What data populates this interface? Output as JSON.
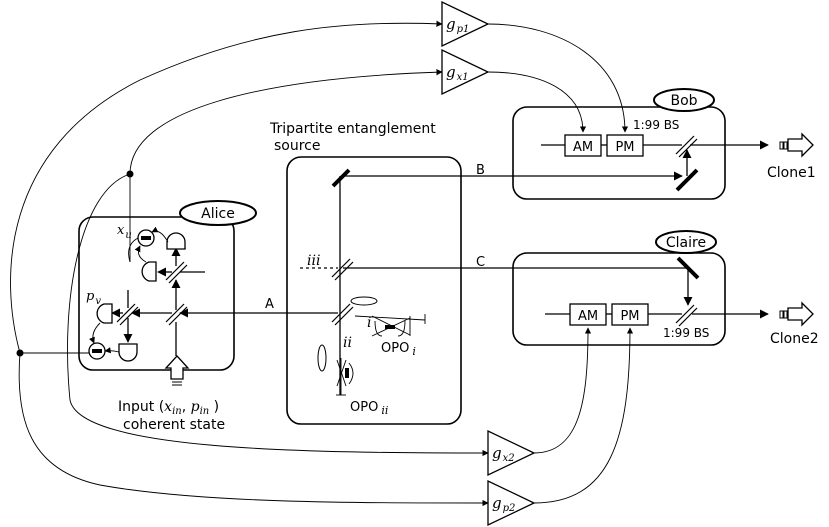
{
  "labels": {
    "bob": "Bob",
    "alice": "Alice",
    "claire": "Claire",
    "source_line1": "Tripartite entanglement",
    "source_line2": "source",
    "beam_a": "A",
    "beam_b": "B",
    "beam_c": "C",
    "bs_bob": "1:99 BS",
    "bs_claire": "1:99 BS",
    "clone1": "Clone1",
    "clone2": "Clone2",
    "am": "AM",
    "pm": "PM",
    "opo": "OPO",
    "opo_i_sub": "i",
    "opo_ii_sub": "ii",
    "mode_i": "i",
    "mode_ii": "ii",
    "mode_iii": "iii",
    "xu": "x",
    "xu_sub": "u",
    "pv": "p",
    "pv_sub": "v",
    "input_line1_prefix": "Input (",
    "input_x": "x",
    "input_x_sub": "in",
    "input_comma": ", ",
    "input_p": "p",
    "input_p_sub": "in",
    "input_close": " )",
    "input_line2": "coherent state"
  },
  "gains": {
    "g": "g",
    "p1": "p1",
    "x1": "x1",
    "x2": "x2",
    "p2": "p2"
  }
}
